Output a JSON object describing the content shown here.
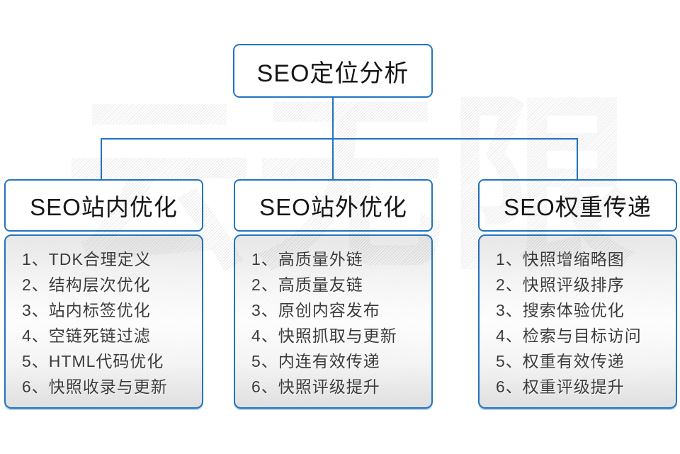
{
  "watermark": {
    "text": "云无限"
  },
  "root": {
    "title": "SEO定位分析"
  },
  "columns": [
    {
      "title": "SEO站内优化",
      "items": [
        "1、TDK合理定义",
        "2、结构层次优化",
        "3、站内标签优化",
        "4、空链死链过滤",
        "5、HTML代码优化",
        "6、快照收录与更新"
      ]
    },
    {
      "title": "SEO站外优化",
      "items": [
        "1、高质量外链",
        "2、高质量友链",
        "3、原创内容发布",
        "4、快照抓取与更新",
        "5、内连有效传递",
        "6、快照评级提升"
      ]
    },
    {
      "title": "SEO权重传递",
      "items": [
        "1、快照增缩略图",
        "2、快照评级排序",
        "3、搜索体验优化",
        "4、检索与目标访问",
        "5、权重有效传递",
        "6、权重评级提升"
      ]
    }
  ],
  "colors": {
    "accent_blue": "#2374c2",
    "title_text": "#161616",
    "item_text": "#3a3a3a",
    "panel_gray": "#e9e9e9",
    "watermark_gray": "#e8e8e8"
  }
}
